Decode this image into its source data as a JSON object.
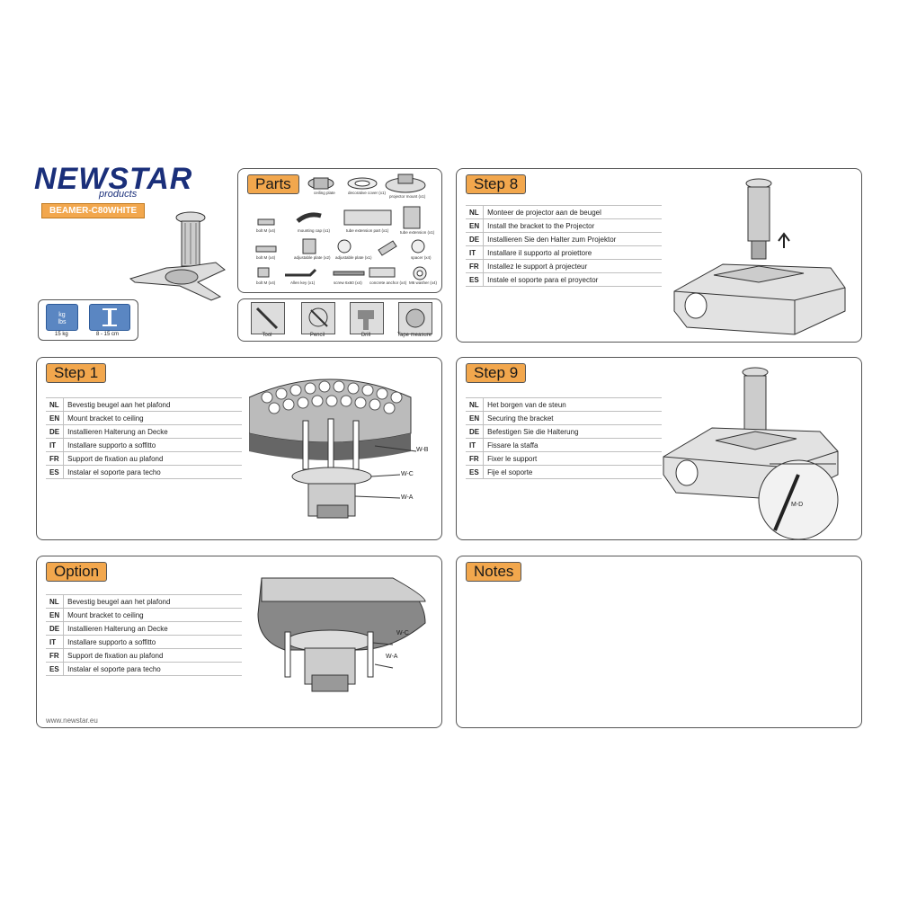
{
  "brand": {
    "name": "NEWSTAR",
    "tagline": "products",
    "model": "BEAMER-C80WHITE"
  },
  "specs": {
    "weight_unit_top": "kg",
    "weight_unit_bottom": "lbs",
    "weight": "15 kg",
    "length": "8 - 15 cm"
  },
  "parts": {
    "title": "Parts",
    "labels": [
      "ceiling plate",
      "decorative cover (x1)",
      "projector mount (x1)",
      "bolt M (x4)",
      "mounting cap (x1)",
      "tube extension part (x1)",
      "tube extension (x1)",
      "bolt M (x4)",
      "adjustable plate (x2)",
      "adjustable plate (x1)",
      "spacer (x4)",
      "bolt M (x4)",
      "Allen key (x1)",
      "screw 6x60 (x4)",
      "concrete anchor (x4)",
      "M6 washer (x4)"
    ]
  },
  "tools": {
    "items": [
      "Tool",
      "Pencil",
      "Drill",
      "Tape measure"
    ]
  },
  "step8": {
    "title": "Step 8",
    "rows": [
      {
        "code": "NL",
        "text": "Monteer de projector aan de beugel"
      },
      {
        "code": "EN",
        "text": "Install the bracket to the Projector"
      },
      {
        "code": "DE",
        "text": "Installieren Sie den Halter zum Projektor"
      },
      {
        "code": "IT",
        "text": "Installare il supporto al proiettore"
      },
      {
        "code": "FR",
        "text": "Installez le support à projecteur"
      },
      {
        "code": "ES",
        "text": "Instale el soporte para el proyector"
      }
    ]
  },
  "step1": {
    "title": "Step 1",
    "rows": [
      {
        "code": "NL",
        "text": "Bevestig beugel aan het plafond"
      },
      {
        "code": "EN",
        "text": "Mount bracket to ceiling"
      },
      {
        "code": "DE",
        "text": "Installieren Halterung an Decke"
      },
      {
        "code": "IT",
        "text": "Installare supporto a soffitto"
      },
      {
        "code": "FR",
        "text": "Support de fixation au plafond"
      },
      {
        "code": "ES",
        "text": "Instalar el soporte para techo"
      }
    ],
    "callouts": [
      "W-B",
      "W-C",
      "W-A"
    ]
  },
  "step9": {
    "title": "Step 9",
    "rows": [
      {
        "code": "NL",
        "text": "Het borgen van de steun"
      },
      {
        "code": "EN",
        "text": "Securing the bracket"
      },
      {
        "code": "DE",
        "text": "Befestigen Sie die Halterung"
      },
      {
        "code": "IT",
        "text": "Fissare la staffa"
      },
      {
        "code": "FR",
        "text": "Fixer le support"
      },
      {
        "code": "ES",
        "text": "Fije el soporte"
      }
    ],
    "callouts": [
      "M-D"
    ]
  },
  "option": {
    "title": "Option",
    "rows": [
      {
        "code": "NL",
        "text": "Bevestig beugel aan het plafond"
      },
      {
        "code": "EN",
        "text": "Mount bracket to ceiling"
      },
      {
        "code": "DE",
        "text": "Installieren Halterung an Decke"
      },
      {
        "code": "IT",
        "text": "Installare supporto a soffitto"
      },
      {
        "code": "FR",
        "text": "Support de fixation au plafond"
      },
      {
        "code": "ES",
        "text": "Instalar el soporte para techo"
      }
    ],
    "callouts": [
      "W-C",
      "W-A"
    ]
  },
  "notes": {
    "title": "Notes"
  },
  "footer": {
    "url": "www.newstar.eu"
  },
  "colors": {
    "accent": "#f2a74d",
    "brand_blue": "#1a2f7a",
    "spec_blue": "#5a86c2"
  }
}
